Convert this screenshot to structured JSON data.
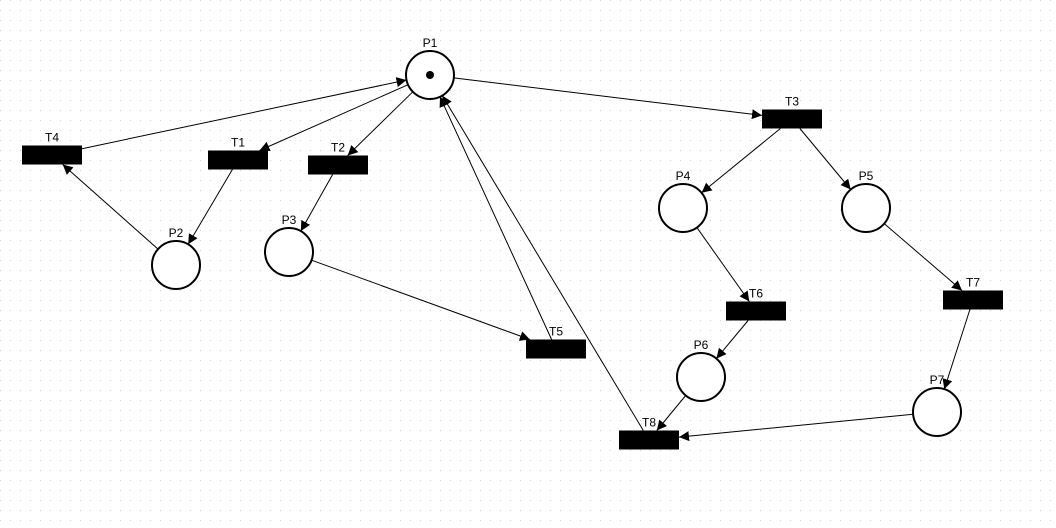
{
  "diagram": {
    "colors": {
      "background": "#ffffff",
      "grid": "#d0d0d0",
      "ink": "#000000"
    },
    "places": [
      {
        "id": "P1",
        "label": "P1",
        "tokens": 1
      },
      {
        "id": "P2",
        "label": "P2",
        "tokens": 0
      },
      {
        "id": "P3",
        "label": "P3",
        "tokens": 0
      },
      {
        "id": "P4",
        "label": "P4",
        "tokens": 0
      },
      {
        "id": "P5",
        "label": "P5",
        "tokens": 0
      },
      {
        "id": "P6",
        "label": "P6",
        "tokens": 0
      },
      {
        "id": "P7",
        "label": "P7",
        "tokens": 0
      }
    ],
    "transitions": [
      {
        "id": "T1",
        "label": "T1"
      },
      {
        "id": "T2",
        "label": "T2"
      },
      {
        "id": "T3",
        "label": "T3"
      },
      {
        "id": "T4",
        "label": "T4"
      },
      {
        "id": "T5",
        "label": "T5"
      },
      {
        "id": "T6",
        "label": "T6"
      },
      {
        "id": "T7",
        "label": "T7"
      },
      {
        "id": "T8",
        "label": "T8"
      }
    ],
    "arcs": [
      {
        "from": "P1",
        "to": "T1"
      },
      {
        "from": "P1",
        "to": "T2"
      },
      {
        "from": "P1",
        "to": "T3"
      },
      {
        "from": "T4",
        "to": "P1"
      },
      {
        "from": "T5",
        "to": "P1"
      },
      {
        "from": "T8",
        "to": "P1"
      },
      {
        "from": "T1",
        "to": "P2"
      },
      {
        "from": "P2",
        "to": "T4"
      },
      {
        "from": "T2",
        "to": "P3"
      },
      {
        "from": "P3",
        "to": "T5"
      },
      {
        "from": "T3",
        "to": "P4"
      },
      {
        "from": "T3",
        "to": "P5"
      },
      {
        "from": "P4",
        "to": "T6"
      },
      {
        "from": "T6",
        "to": "P6"
      },
      {
        "from": "P5",
        "to": "T7"
      },
      {
        "from": "T7",
        "to": "P7"
      },
      {
        "from": "P6",
        "to": "T8"
      },
      {
        "from": "P7",
        "to": "T8"
      }
    ]
  }
}
